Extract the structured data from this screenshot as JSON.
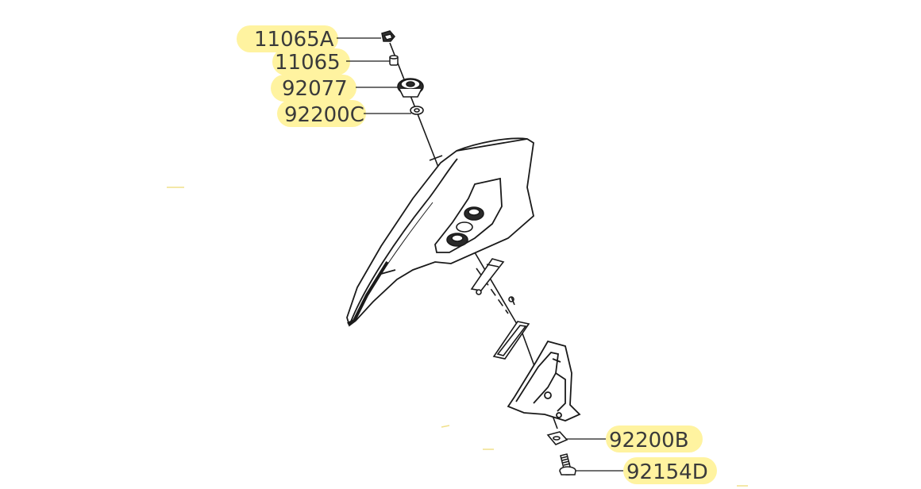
{
  "diagram": {
    "highlight_color": "#fff3a0",
    "line_color": "#1a1a1a",
    "parts": [
      {
        "key": "a",
        "label": "11065A"
      },
      {
        "key": "b",
        "label": "11065"
      },
      {
        "key": "c",
        "label": "92077"
      },
      {
        "key": "d",
        "label": "92200C"
      },
      {
        "key": "e",
        "label": "92200B"
      },
      {
        "key": "f",
        "label": "92154D"
      }
    ]
  }
}
